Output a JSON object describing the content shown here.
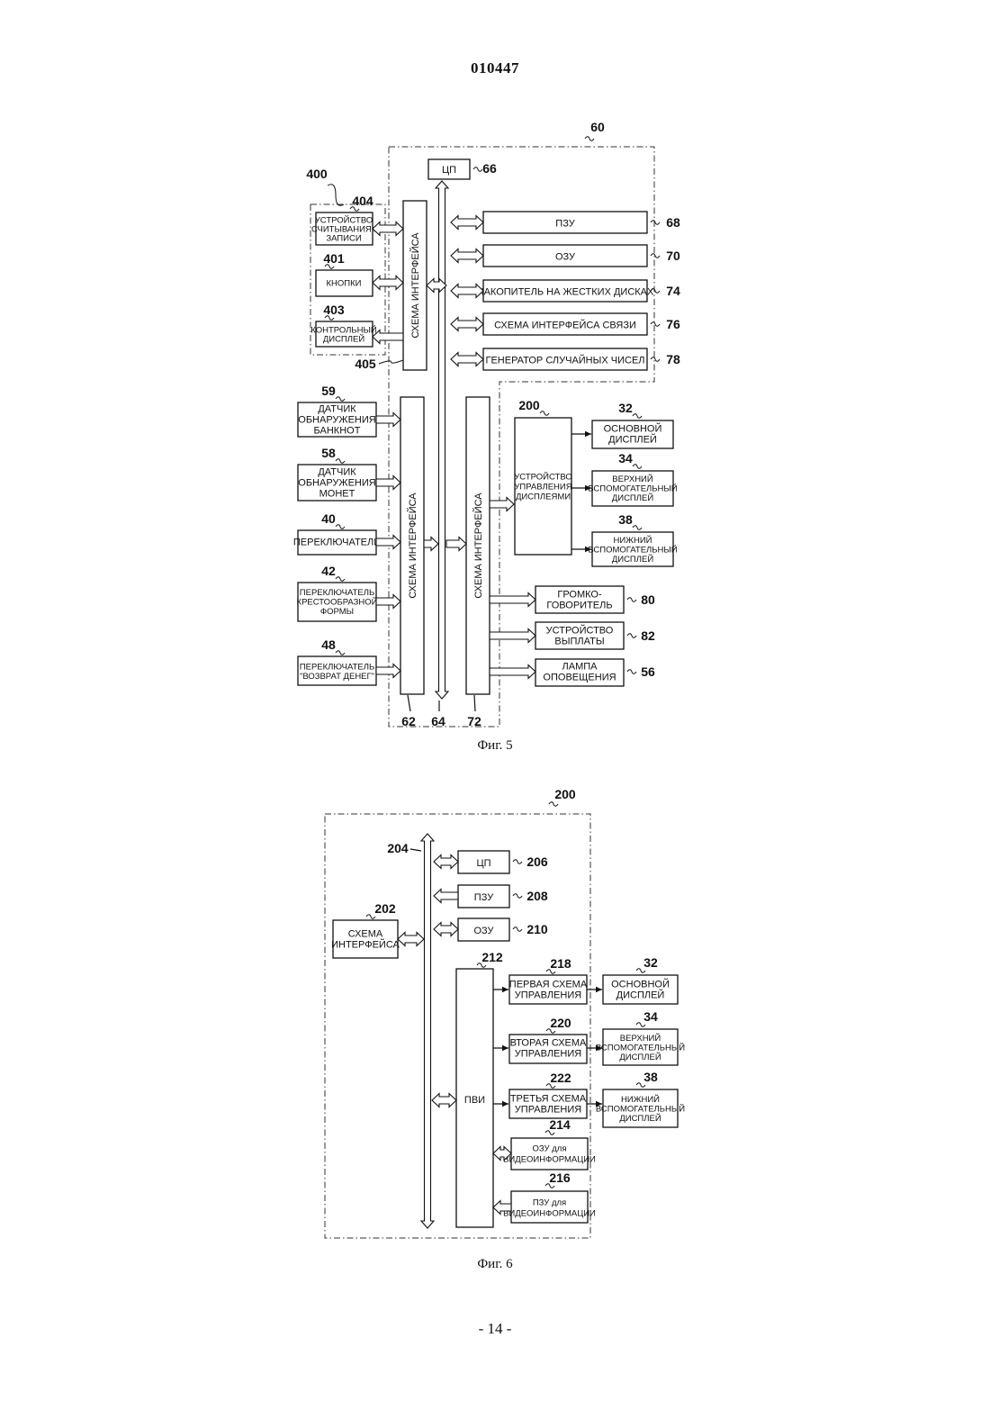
{
  "document": {
    "number": "010447",
    "page": "- 14 -"
  },
  "fig5": {
    "caption": "Фиг. 5",
    "refs": {
      "main_board": "60",
      "cpu": "66",
      "group400": "400",
      "if405": "405",
      "if62": "62",
      "bus64": "64",
      "if72": "72"
    },
    "cpu_label": "ЦП",
    "interface_label": "СХЕМА ИНТЕРФЕЙСА",
    "memory": [
      {
        "label": "ПЗУ",
        "ref": "68"
      },
      {
        "label": "ОЗУ",
        "ref": "70"
      },
      {
        "label": "НАКОПИТЕЛЬ НА ЖЕСТКИХ ДИСКАХ",
        "ref": "74"
      },
      {
        "label": "СХЕМА ИНТЕРФЕЙСА СВЯЗИ",
        "ref": "76"
      },
      {
        "label": "ГЕНЕРАТОР СЛУЧАЙНЫХ ЧИСЕЛ",
        "ref": "78"
      }
    ],
    "group400": [
      {
        "lines": [
          "УСТРОЙСТВО",
          "СЧИТЫВАНИЯ /",
          "ЗАПИСИ"
        ],
        "ref": "404"
      },
      {
        "lines": [
          "КНОПКИ"
        ],
        "ref": "401"
      },
      {
        "lines": [
          "КОНТРОЛЬНЫЙ",
          "ДИСПЛЕЙ"
        ],
        "ref": "403"
      }
    ],
    "inputs": [
      {
        "lines": [
          "ДАТЧИК",
          "ОБНАРУЖЕНИЯ",
          "БАНКНОТ"
        ],
        "ref": "59"
      },
      {
        "lines": [
          "ДАТЧИК",
          "ОБНАРУЖЕНИЯ",
          "МОНЕТ"
        ],
        "ref": "58"
      },
      {
        "lines": [
          "ПЕРЕКЛЮЧАТЕЛИ"
        ],
        "ref": "40"
      },
      {
        "lines": [
          "ПЕРЕКЛЮЧАТЕЛЬ",
          "КРЕСТООБРАЗНОЙ",
          "ФОРМЫ"
        ],
        "ref": "42"
      },
      {
        "lines": [
          "ПЕРЕКЛЮЧАТЕЛЬ",
          "\"ВОЗВРАТ ДЕНЕГ\""
        ],
        "ref": "48"
      }
    ],
    "display_ctrl": {
      "lines": [
        "УСТРОЙСТВО",
        "УПРАВЛЕНИЯ",
        "ДИСПЛЕЯМИ"
      ],
      "ref": "200"
    },
    "displays": [
      {
        "lines": [
          "ОСНОВНОЙ",
          "ДИСПЛЕЙ"
        ],
        "ref": "32"
      },
      {
        "lines": [
          "ВЕРХНИЙ",
          "ВСПОМОГАТЕЛЬНЫЙ",
          "ДИСПЛЕЙ"
        ],
        "ref": "34"
      },
      {
        "lines": [
          "НИЖНИЙ",
          "ВСПОМОГАТЕЛЬНЫЙ",
          "ДИСПЛЕЙ"
        ],
        "ref": "38"
      }
    ],
    "outputs": [
      {
        "lines": [
          "ГРОМКО-",
          "ГОВОРИТЕЛЬ"
        ],
        "ref": "80"
      },
      {
        "lines": [
          "УСТРОЙСТВО",
          "ВЫПЛАТЫ"
        ],
        "ref": "82"
      },
      {
        "lines": [
          "ЛАМПА",
          "ОПОВЕЩЕНИЯ"
        ],
        "ref": "56"
      }
    ]
  },
  "fig6": {
    "caption": "Фиг. 6",
    "refs": {
      "board": "200",
      "bus": "204",
      "interface": "202",
      "vdp": "212"
    },
    "interface_lines": [
      "СХЕМА",
      "ИНТЕРФЕЙСА"
    ],
    "bus_items": [
      {
        "label": "ЦП",
        "ref": "206"
      },
      {
        "label": "ПЗУ",
        "ref": "208"
      },
      {
        "label": "ОЗУ",
        "ref": "210"
      }
    ],
    "vdp_label": "ПВИ",
    "drivers": [
      {
        "lines": [
          "ПЕРВАЯ СХЕМА",
          "УПРАВЛЕНИЯ"
        ],
        "ref": "218"
      },
      {
        "lines": [
          "ВТОРАЯ СХЕМА",
          "УПРАВЛЕНИЯ"
        ],
        "ref": "220"
      },
      {
        "lines": [
          "ТРЕТЬЯ СХЕМА",
          "УПРАВЛЕНИЯ"
        ],
        "ref": "222"
      }
    ],
    "displays": [
      {
        "lines": [
          "ОСНОВНОЙ",
          "ДИСПЛЕЙ"
        ],
        "ref": "32"
      },
      {
        "lines": [
          "ВЕРХНИЙ",
          "ВСПОМОГАТЕЛЬНЫЙ",
          "ДИСПЛЕЙ"
        ],
        "ref": "34"
      },
      {
        "lines": [
          "НИЖНИЙ",
          "ВСПОМОГАТЕЛЬНЫЙ",
          "ДИСПЛЕЙ"
        ],
        "ref": "38"
      }
    ],
    "video_mem": [
      {
        "lines": [
          "ОЗУ для",
          "ВИДЕОИНФОРМАЦИИ"
        ],
        "ref": "214"
      },
      {
        "lines": [
          "ПЗУ для",
          "ВИДЕОИНФОРМАЦИИ"
        ],
        "ref": "216"
      }
    ]
  }
}
